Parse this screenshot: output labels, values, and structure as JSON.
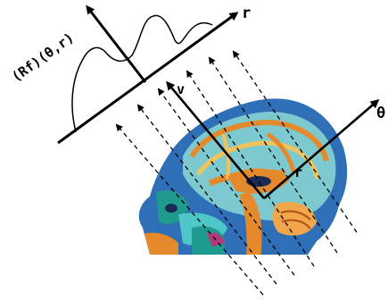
{
  "diagram": {
    "projection_label": "(Rf)(θ,r)",
    "r_axis_label": "r",
    "v_axis_label": "v",
    "theta_axis_label": "θ",
    "inner_r_label": "r",
    "image_subject": "sagittal brain MRI scan",
    "colors": {
      "lines": "#000000",
      "scalp": "#2f6fb8",
      "tissue": "#e58a2c",
      "cyan": "#4fc7c9",
      "teal": "#1f9a8e",
      "dark": "#1a2b55"
    }
  }
}
